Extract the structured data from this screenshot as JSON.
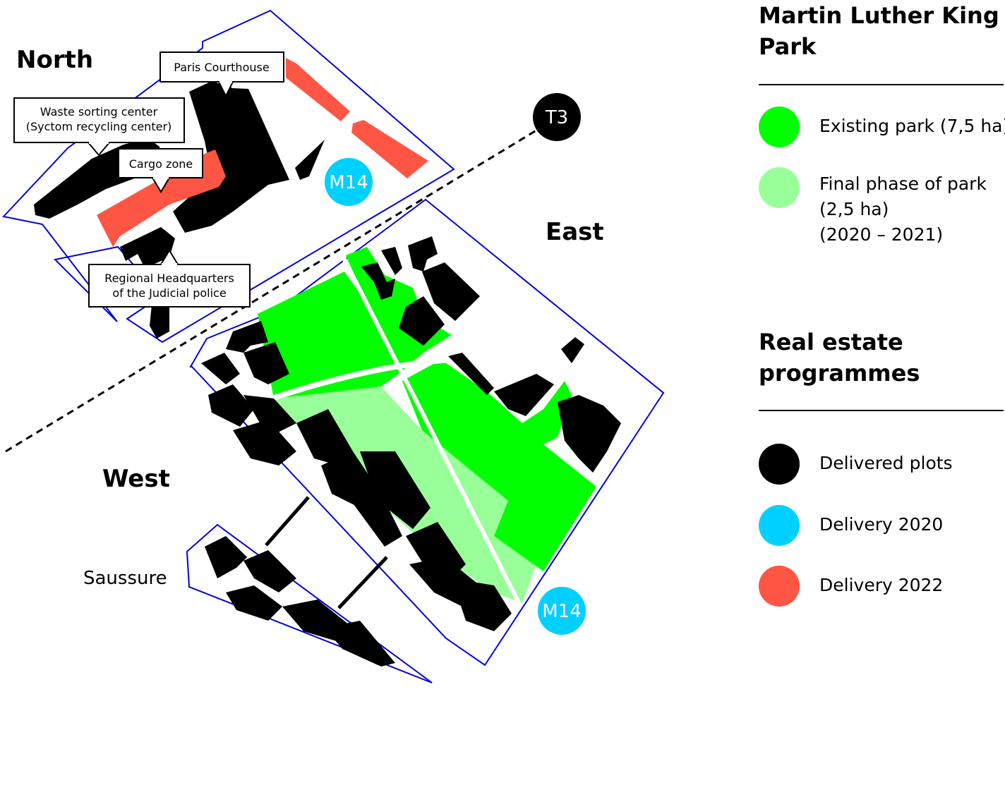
{
  "zones": {
    "north": "North",
    "east": "East",
    "west": "West",
    "saussure": "Saussure"
  },
  "callouts": {
    "courthouse": "Paris Courthouse",
    "waste_line1": "Waste sorting center",
    "waste_line2": "(Syctom recycling center)",
    "cargo": "Cargo zone",
    "police_line1": "Regional Headquarters",
    "police_line2": "of the Judicial police"
  },
  "transit": {
    "tram": "T3",
    "metro_north": "M14",
    "metro_south": "M14"
  },
  "legend": {
    "park_title": "Martin Luther King\nPark",
    "park_items": [
      {
        "label": "Existing park (7,5 ha)",
        "color": "#00ff00"
      },
      {
        "label": "Final phase of park\n(2,5 ha)\n(2020 – 2021)",
        "color": "#99ff99"
      }
    ],
    "real_estate_title": "Real estate\nprogrammes",
    "real_estate_items": [
      {
        "label": "Delivered plots",
        "color": "#000000"
      },
      {
        "label": "Delivery 2020",
        "color": "#00d0ff"
      },
      {
        "label": "Delivery 2022",
        "color": "#ff5544"
      }
    ]
  },
  "colors": {
    "boundary": "#0000dd",
    "existing_park": "#00ff00",
    "final_park": "#99ff99",
    "delivered": "#000000",
    "delivery_2020": "#00d0ff",
    "delivery_2022": "#ff5544"
  }
}
